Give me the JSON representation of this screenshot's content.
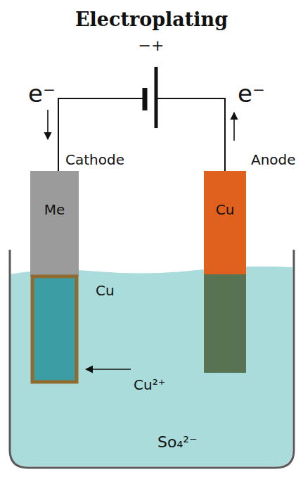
{
  "diagram": {
    "title": "Electroplating",
    "nodes": [
      {
        "text": [
          "Me"
        ]
      },
      {
        "text": [
          "Cu"
        ]
      }
    ],
    "labels": [
      "−+",
      "e⁻",
      "e⁻",
      "Cathode",
      "Anode",
      "Cu",
      "Cu²⁺",
      "So₄²⁻"
    ]
  }
}
